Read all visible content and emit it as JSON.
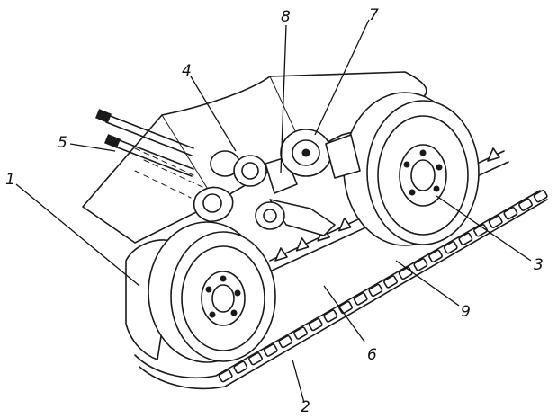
{
  "figure": {
    "callouts": [
      {
        "id": "1",
        "label": "1"
      },
      {
        "id": "2",
        "label": "2"
      },
      {
        "id": "3",
        "label": "3"
      },
      {
        "id": "4",
        "label": "4"
      },
      {
        "id": "5",
        "label": "5"
      },
      {
        "id": "6",
        "label": "6"
      },
      {
        "id": "7",
        "label": "7"
      },
      {
        "id": "8",
        "label": "8"
      },
      {
        "id": "9",
        "label": "9"
      }
    ]
  }
}
